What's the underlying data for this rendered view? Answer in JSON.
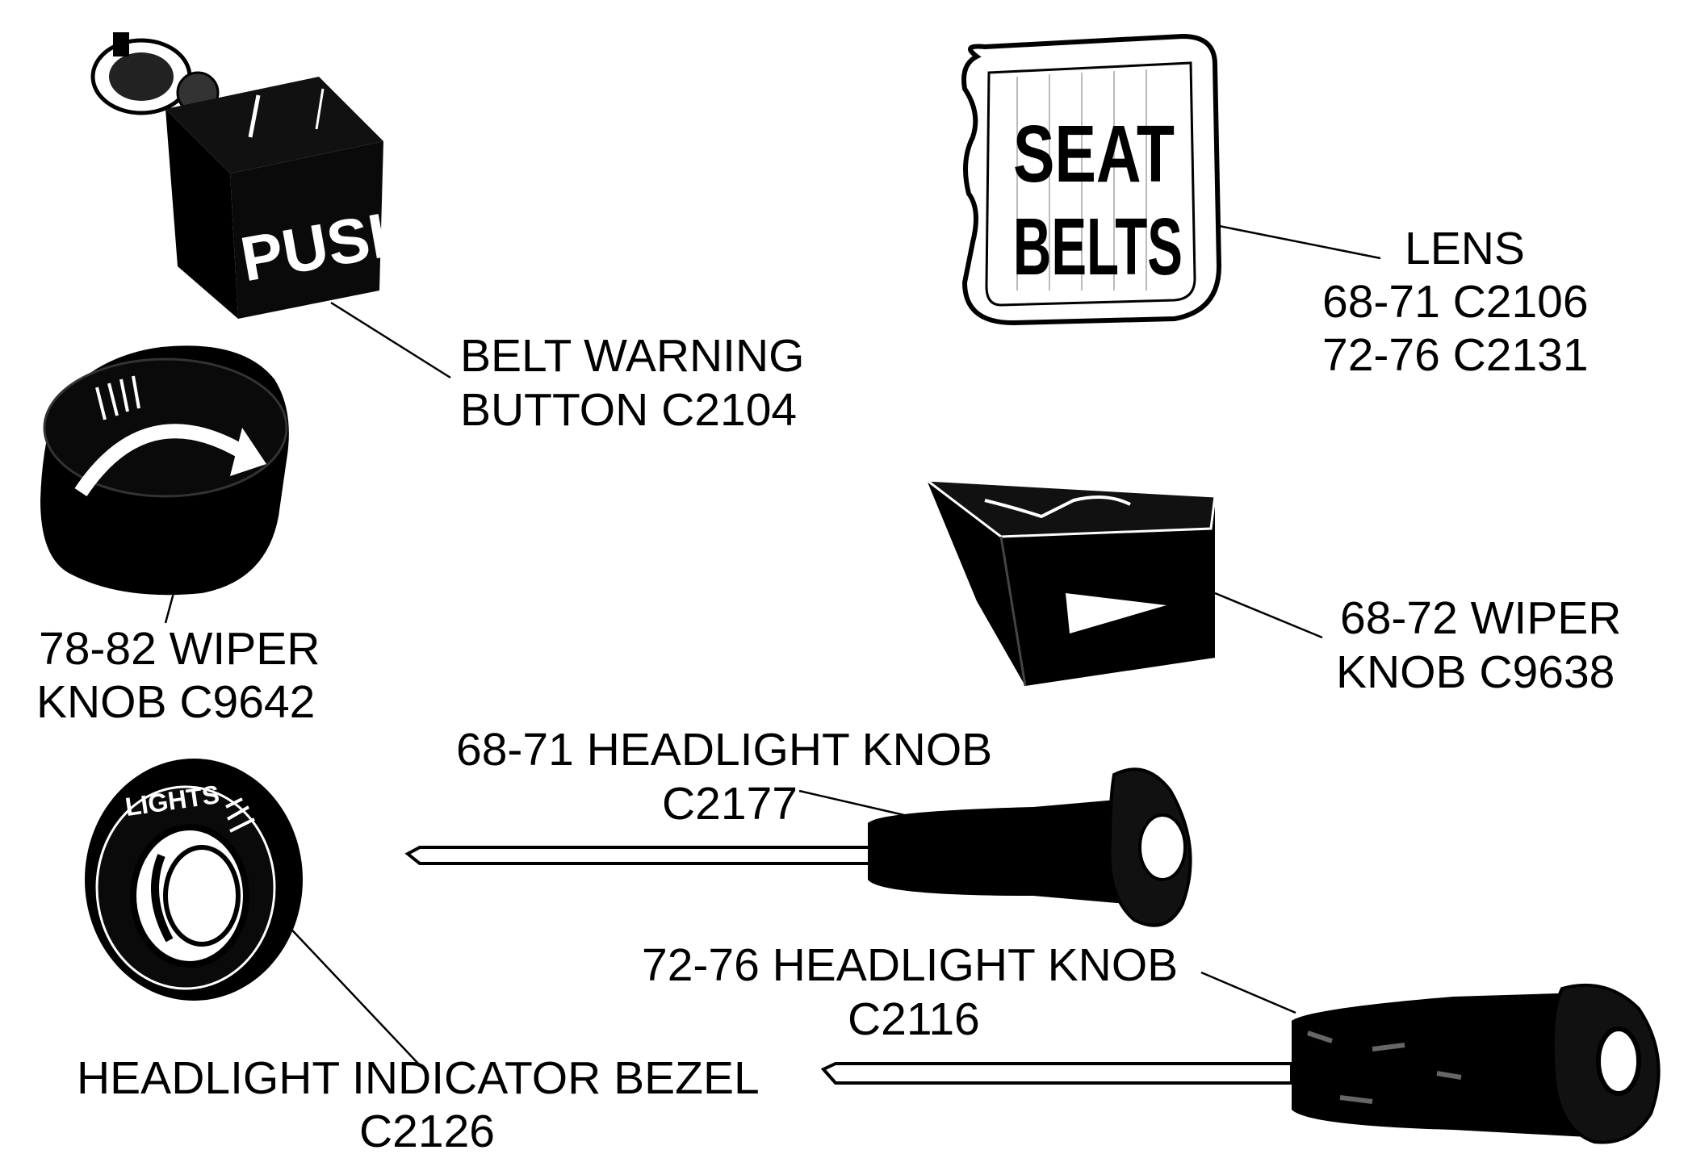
{
  "labels": {
    "belt_warning": {
      "line1": "BELT WARNING",
      "line2": "BUTTON  C2104"
    },
    "lens": {
      "line1": "LENS",
      "line2": "68-71  C2106",
      "line3": "72-76  C2131"
    },
    "wiper_78_82": {
      "line1": "78-82 WIPER",
      "line2": "KNOB  C9642"
    },
    "wiper_68_72": {
      "line1": "68-72 WIPER",
      "line2": "KNOB  C9638"
    },
    "headlight_68_71": {
      "line1": "68-71 HEADLIGHT KNOB",
      "line2": "C2177"
    },
    "headlight_72_76": {
      "line1": "72-76 HEADLIGHT KNOB",
      "line2": "C2116"
    },
    "bezel": {
      "line1": "HEADLIGHT INDICATOR BEZEL",
      "line2": "C2126"
    }
  },
  "part_markings": {
    "push_button": "PUSH",
    "lens_line1": "SEAT",
    "lens_line2": "BELTS",
    "bezel_ring": "LIGHTS"
  },
  "colors": {
    "ink": "#000000",
    "paper": "#ffffff"
  }
}
